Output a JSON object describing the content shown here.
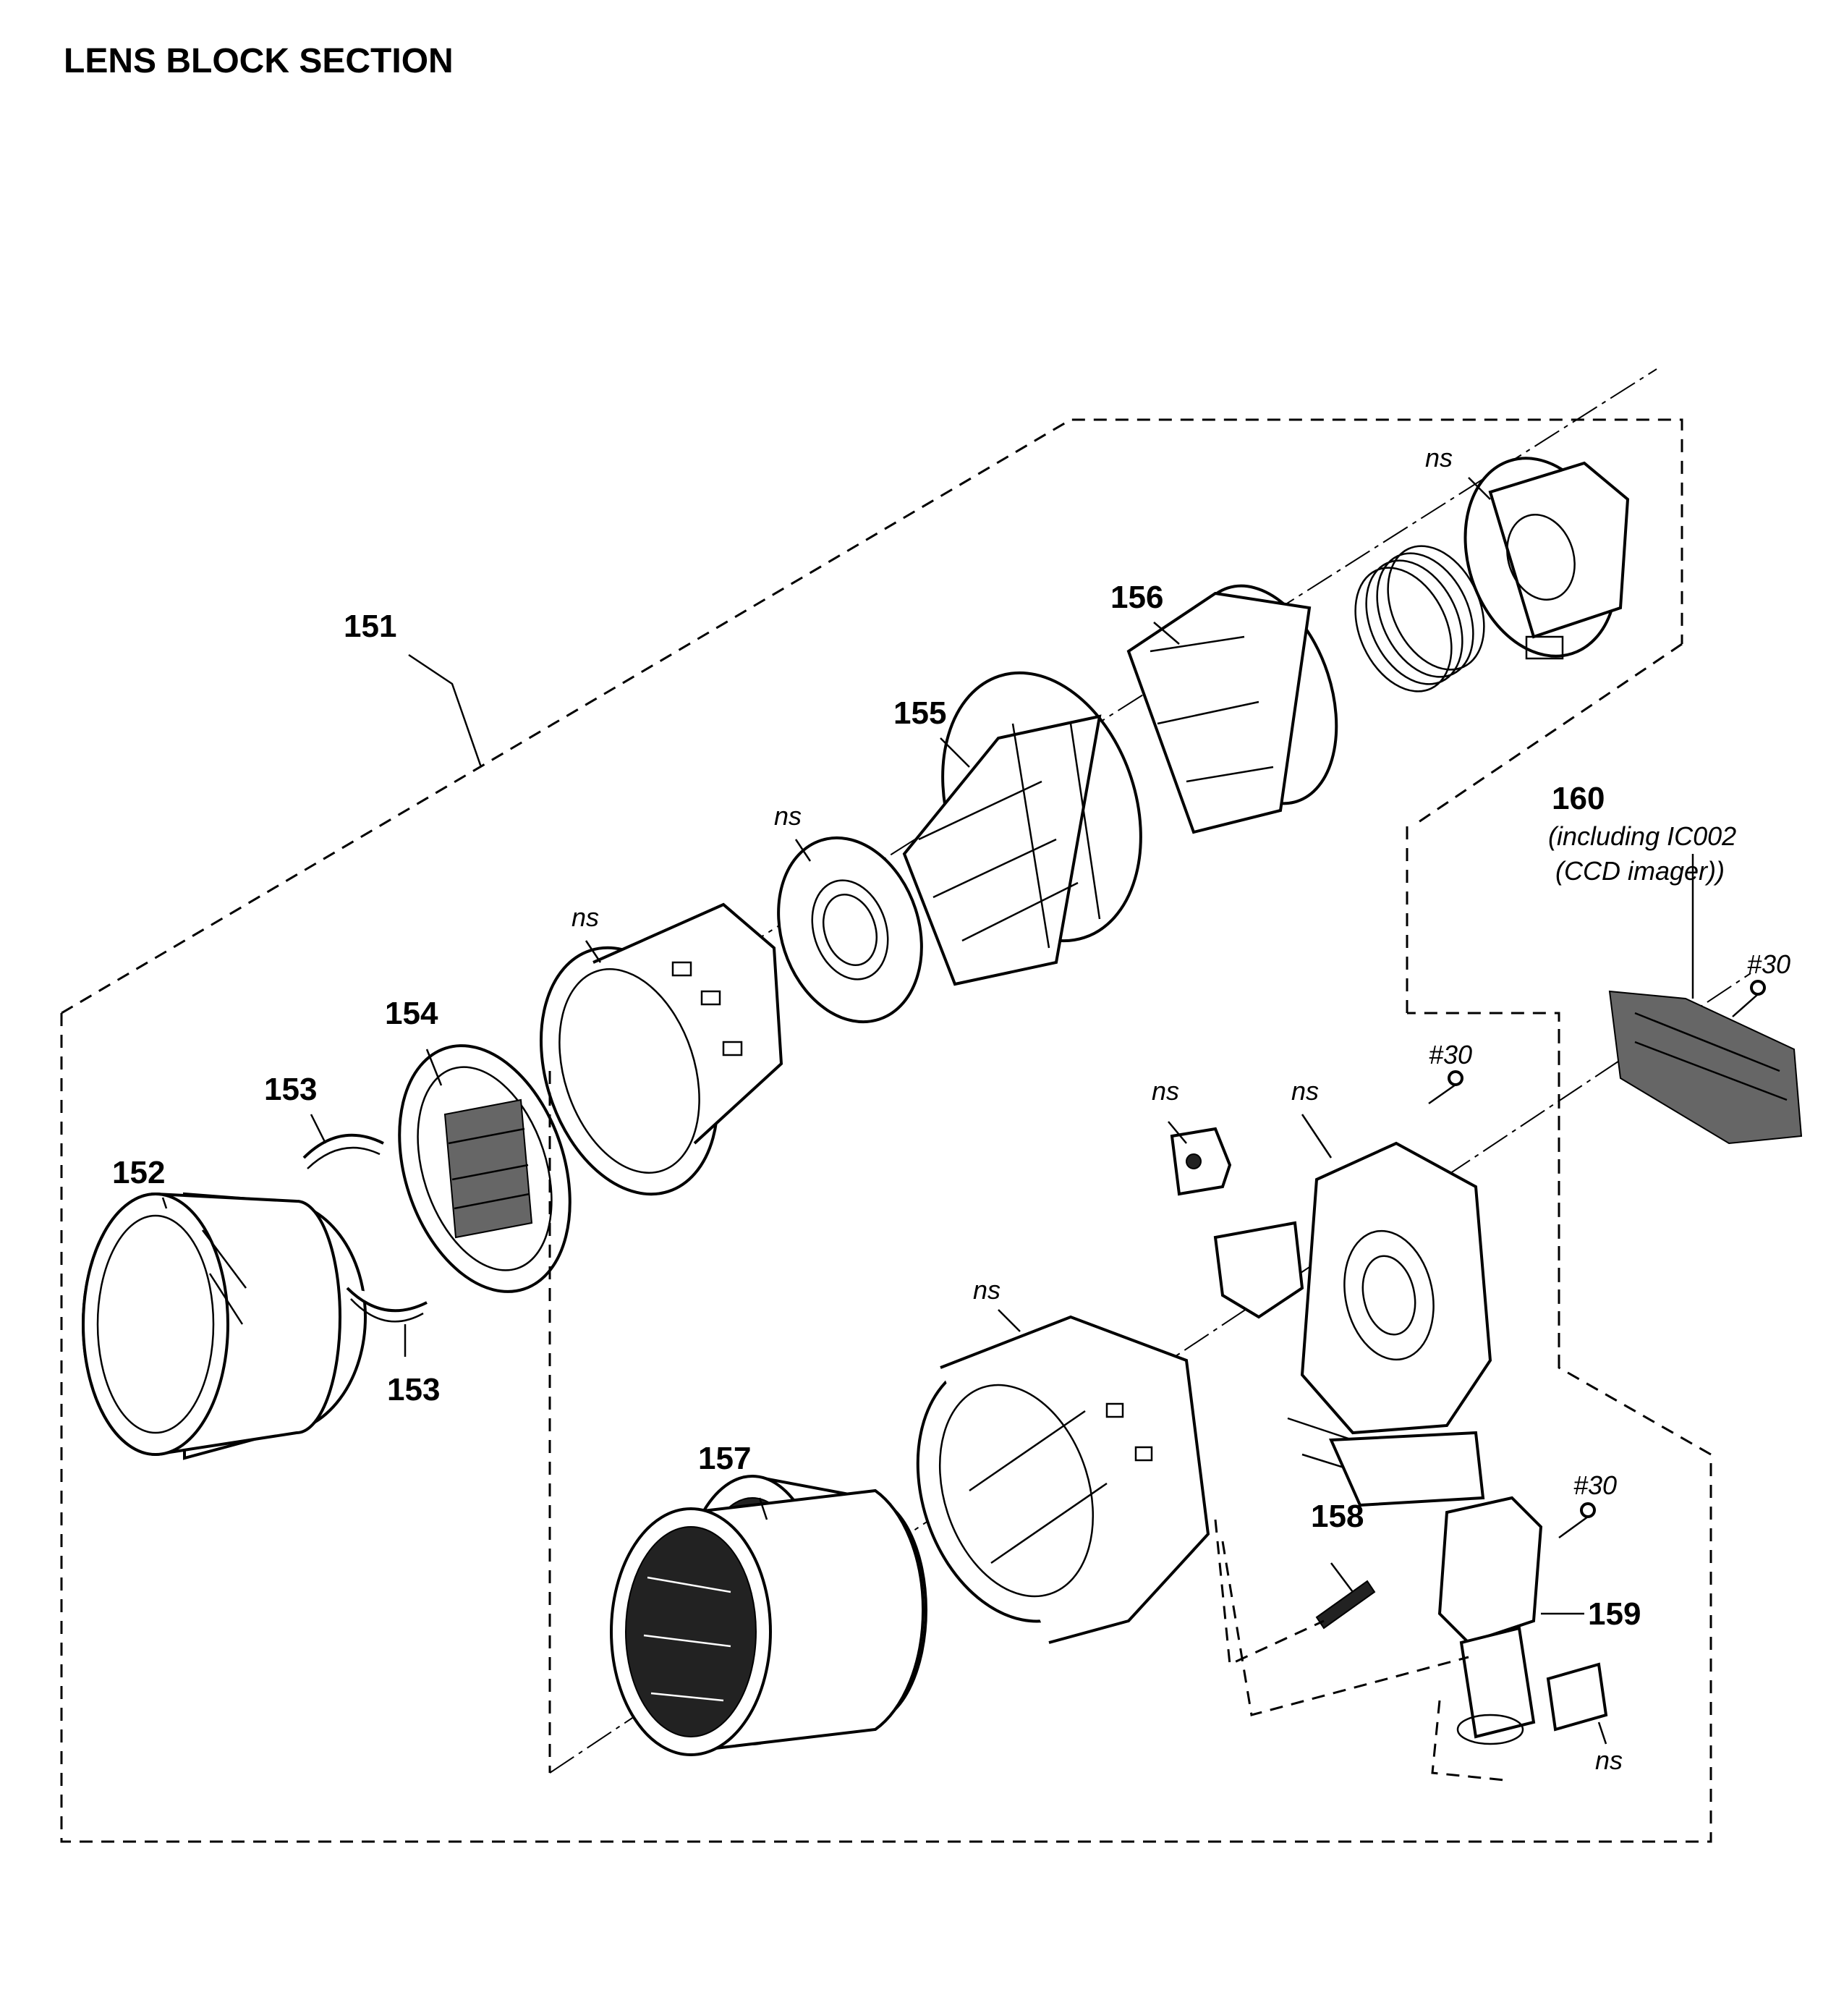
{
  "title": "LENS BLOCK SECTION",
  "labels": {
    "p151": "151",
    "p152": "152",
    "p153a": "153",
    "p153b": "153",
    "p154": "154",
    "p155": "155",
    "p156": "156",
    "p157": "157",
    "p158": "158",
    "p159": "159",
    "p160": "160",
    "p160_note1": "(including IC002",
    "p160_note2": "(CCD imager))",
    "ns_label": "ns",
    "screw_label": "#30"
  },
  "colors": {
    "line": "#000000",
    "background": "#ffffff"
  }
}
